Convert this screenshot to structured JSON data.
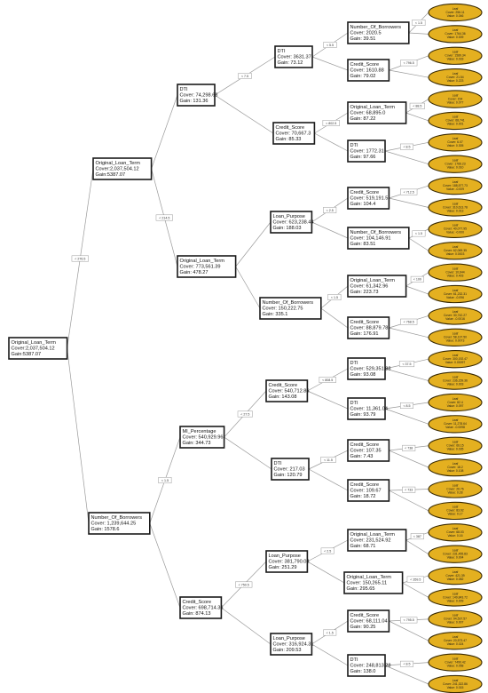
{
  "colors": {
    "leaf_fill": "#e4b020",
    "leaf_stroke": "#3a2a00",
    "node_stroke": "#1a1a1a",
    "edge": "#9a9a9a",
    "edge_highlight": "#3a7a8a"
  },
  "tree": {
    "root": {
      "name": "Original_Loan_Term",
      "line1": "Cover:2,037,504.12",
      "line2": "Gain:5387.07"
    },
    "nodes": [
      {
        "id": "n1",
        "parent": "root",
        "edge": "< 276.5",
        "name": "Original_Loan_Term",
        "line1": "Cover:2,037,504.12",
        "line2": "Gain:5387.07"
      },
      {
        "id": "n2",
        "parent": "n1",
        "edge": "",
        "name": "DTI",
        "line1": "Cover: 74,298.68",
        "line2": "Gain: 131.36"
      },
      {
        "id": "n3",
        "parent": "n2",
        "edge": "< 7.5",
        "name": "DTI",
        "line1": "Cover: 3631.37",
        "line2": "Gain: 73.12"
      },
      {
        "id": "n4",
        "parent": "n3",
        "edge": "< 5.5",
        "name": "Number_Of_Borrowers",
        "line1": "Cover: 2020.5",
        "line2": "Gain: 39.51"
      },
      {
        "id": "n5",
        "parent": "n3",
        "edge": "",
        "name": "Credit_Score",
        "line1": "Cover: 1610.88",
        "line2": "Gain: 79.02"
      },
      {
        "id": "n6",
        "parent": "n2",
        "edge": "",
        "name": "Credit_Score",
        "line1": "Cover: 70,667.3",
        "line2": "Gain: 85.33"
      },
      {
        "id": "n7",
        "parent": "n6",
        "edge": "< 802.5",
        "name": "Original_Loan_Term",
        "line1": "Cover: 68,895.0",
        "line2": "Gain: 87.22"
      },
      {
        "id": "n8",
        "parent": "n6",
        "edge": "",
        "name": "DTI",
        "line1": "Cover: 1772.31",
        "line2": "Gain: 97.66"
      },
      {
        "id": "n9",
        "parent": "n1",
        "edge": "< 214.5",
        "name": "Original_Loan_Term",
        "line1": "Cover: 773,561.39",
        "line2": "Gain: 478.27"
      },
      {
        "id": "n10",
        "parent": "n9",
        "edge": "",
        "name": "Loan_Purpose",
        "line1": "Cover: 623,238.44",
        "line2": "Gain: 188.03"
      },
      {
        "id": "n11",
        "parent": "n10",
        "edge": "< 2.5",
        "name": "Credit_Score",
        "line1": "Cover: 519,191.5",
        "line2": "Gain: 104.4"
      },
      {
        "id": "n12",
        "parent": "n10",
        "edge": "",
        "name": "Number_Of_Borrowers",
        "line1": "Cover: 104,146.91",
        "line2": "Gain: 83.51"
      },
      {
        "id": "n13",
        "parent": "n9",
        "edge": "",
        "name": "Number_Of_Borrowers",
        "line1": "Cover: 150,222.75",
        "line2": "Gain: 335.1"
      },
      {
        "id": "n14",
        "parent": "n13",
        "edge": "< 1.5",
        "name": "Original_Loan_Term",
        "line1": "Cover: 61,342.96",
        "line2": "Gain: 223.73"
      },
      {
        "id": "n15",
        "parent": "n13",
        "edge": "",
        "name": "Credit_Score",
        "line1": "Cover: 88,879.78",
        "line2": "Gain: 176.91"
      },
      {
        "id": "n16",
        "parent": "root",
        "edge": "",
        "name": "Number_Of_Borrowers",
        "line1": "Cover: 1,239,644.25",
        "line2": "Gain: 1578.6"
      },
      {
        "id": "n17",
        "parent": "n16",
        "edge": "< 1.5",
        "name": "MI_Percentage",
        "line1": "Cover: 540,929.96",
        "line2": "Gain: 344.73"
      },
      {
        "id": "n18",
        "parent": "n17",
        "edge": "< 27.5",
        "name": "Credit_Score",
        "line1": "Cover: 540,712.86",
        "line2": "Gain: 143.08"
      },
      {
        "id": "n19",
        "parent": "n18",
        "edge": "< 808.5",
        "name": "DTI",
        "line1": "Cover: 529,351.88",
        "line2": "Gain: 93.08"
      },
      {
        "id": "n20",
        "parent": "n18",
        "edge": "",
        "name": "DTI",
        "line1": "Cover: 11,361.04",
        "line2": "Gain: 93.79"
      },
      {
        "id": "n21",
        "parent": "n17",
        "edge": "",
        "name": "DTI",
        "line1": "Cover: 217.03",
        "line2": "Gain: 120.79"
      },
      {
        "id": "n22",
        "parent": "n21",
        "edge": "< 11.5",
        "name": "Credit_Score",
        "line1": "Cover: 107.35",
        "line2": "Gain: 7.43"
      },
      {
        "id": "n23",
        "parent": "n21",
        "edge": "",
        "name": "Credit_Score",
        "line1": "Cover: 109.67",
        "line2": "Gain: 18.72"
      },
      {
        "id": "n24",
        "parent": "n16",
        "edge": "",
        "name": "Credit_Score",
        "line1": "Cover: 698,714.36",
        "line2": "Gain: 874.13"
      },
      {
        "id": "n25",
        "parent": "n24",
        "edge": "< 750.5",
        "name": "Loan_Purpose",
        "line1": "Cover: 381,790.03",
        "line2": "Gain: 251.29"
      },
      {
        "id": "n26",
        "parent": "n25",
        "edge": "< 2.5",
        "name": "Original_Loan_Term",
        "line1": "Cover: 231,524.92",
        "line2": "Gain: 68.71"
      },
      {
        "id": "n27",
        "parent": "n25",
        "edge": "",
        "name": "Original_Loan_Term",
        "line1": "Cover: 150,265.11",
        "line2": "Gain: 295.65"
      },
      {
        "id": "n28",
        "parent": "n24",
        "edge": "",
        "name": "Loan_Purpose",
        "line1": "Cover: 316,924.31",
        "line2": "Gain: 209.53"
      },
      {
        "id": "n29",
        "parent": "n28",
        "edge": "< 1.5",
        "name": "Credit_Score",
        "line1": "Cover: 68,111.04",
        "line2": "Gain: 90.25"
      },
      {
        "id": "n30",
        "parent": "n28",
        "edge": "",
        "name": "DTI",
        "line1": "Cover: 248,813.28",
        "line2": "Gain: 138.0"
      }
    ],
    "leaves": [
      {
        "parent": "n4",
        "edge": "< 1.5",
        "title": "Leaf",
        "cover": "Cover: 256.11",
        "value": "Value: 0.046"
      },
      {
        "parent": "n4",
        "edge": "",
        "title": "Leaf",
        "cover": "Cover: 1764.36",
        "value": "Value: 0.009"
      },
      {
        "parent": "n5",
        "edge": "< 796.5",
        "title": "Leaf",
        "cover": "Cover: 1589.34",
        "value": "Value: 0.033"
      },
      {
        "parent": "n5",
        "edge": "",
        "title": "Leaf",
        "cover": "Cover: 21.54",
        "value": "Value: 0.223"
      },
      {
        "parent": "n7",
        "edge": "< 88.5",
        "title": "Leaf",
        "cover": "Cover: 154",
        "value": "Value: 0.077"
      },
      {
        "parent": "n7",
        "edge": "",
        "title": "Leaf",
        "cover": "Cover: 68,741",
        "value": "Value: 0.001"
      },
      {
        "parent": "n8",
        "edge": "< 8.5",
        "title": "Leaf",
        "cover": "Cover: 6.07",
        "value": "Value: 0.305"
      },
      {
        "parent": "n8",
        "edge": "",
        "title": "Leaf",
        "cover": "Cover: 1766.23",
        "value": "Value: 0.010"
      },
      {
        "parent": "n11",
        "edge": "< 712.5",
        "title": "Leaf",
        "cover": "Cover: 188,577.73",
        "value": "Value: -0.009"
      },
      {
        "parent": "n11",
        "edge": "",
        "title": "Leaf",
        "cover": "Cover: 310,613.78",
        "value": "Value: 0.013"
      },
      {
        "parent": "n12",
        "edge": "< 1.5",
        "title": "Leaf",
        "cover": "Cover: 40,077.95",
        "value": "Value: -0.000"
      },
      {
        "parent": "n12",
        "edge": "",
        "title": "Leaf",
        "cover": "Cover: 62,069.35",
        "value": "Value: 0.0003"
      },
      {
        "parent": "n14",
        "edge": "< 109",
        "title": "Leaf",
        "cover": "Cover: 10,644",
        "value": "Value: 0.403"
      },
      {
        "parent": "n14",
        "edge": "",
        "title": "Leaf",
        "cover": "Cover: 61,232.31",
        "value": "Value: -0.096"
      },
      {
        "parent": "n15",
        "edge": "< 768.5",
        "title": "Leaf",
        "cover": "Cover: 30,742.27",
        "value": "Value: -0.0016"
      },
      {
        "parent": "n15",
        "edge": "",
        "title": "Leaf",
        "cover": "Cover: 58,137.50",
        "value": "Value: 0.0073"
      },
      {
        "parent": "n19",
        "edge": "< 37.5",
        "title": "Leaf",
        "cover": "Cover: 300,192.47",
        "value": "Value: 0.00097"
      },
      {
        "parent": "n19",
        "edge": "",
        "title": "Leaf",
        "cover": "Cover: 236,159.36",
        "value": "Value: 0.003"
      },
      {
        "parent": "n20",
        "edge": "< 8.5",
        "title": "Leaf",
        "cover": "Cover: 82.4",
        "value": "Value: 0.097"
      },
      {
        "parent": "n20",
        "edge": "",
        "title": "Leaf",
        "cover": "Cover: 11,278.64",
        "value": "Value: -0.0098"
      },
      {
        "parent": "n22",
        "edge": "< 738",
        "title": "Leaf",
        "cover": "Cover: 66.15",
        "value": "Value: 0.035"
      },
      {
        "parent": "n22",
        "edge": "",
        "title": "Leaf",
        "cover": "Cover: 18.2",
        "value": "Value: 0.108"
      },
      {
        "parent": "n23",
        "edge": "< 733",
        "title": "Leaf",
        "cover": "Cover: 26.76",
        "value": "Value: 0.28"
      },
      {
        "parent": "n23",
        "edge": "",
        "title": "Leaf",
        "cover": "Cover: 83.92",
        "value": "Value: 0.17"
      },
      {
        "parent": "n26",
        "edge": "< 387",
        "title": "Leaf",
        "cover": "Cover: 68.03",
        "value": "Value: 0.16"
      },
      {
        "parent": "n26",
        "edge": "",
        "title": "Leaf",
        "cover": "Cover: 231,455.83",
        "value": "Value: 0.004"
      },
      {
        "parent": "n27",
        "edge": "< 359.5",
        "title": "Leaf",
        "cover": "Cover: 421.39",
        "value": "Value: 0.082"
      },
      {
        "parent": "n27",
        "edge": "",
        "title": "Leaf",
        "cover": "Cover: 149,843.72",
        "value": "Value: 0.009"
      },
      {
        "parent": "n29",
        "edge": "< 795.5",
        "title": "Leaf",
        "cover": "Cover: 94,537.57",
        "value": "Value: 0.007"
      },
      {
        "parent": "n29",
        "edge": "",
        "title": "Leaf",
        "cover": "Cover: 20,573.47",
        "value": "Value: 0.024"
      },
      {
        "parent": "n30",
        "edge": "< 8.5",
        "title": "Leaf",
        "cover": "Cover: 7490.42",
        "value": "Value: 0.058"
      },
      {
        "parent": "n30",
        "edge": "",
        "title": "Leaf",
        "cover": "Cover: 241,322.86",
        "value": "Value: 0.015"
      }
    ]
  }
}
